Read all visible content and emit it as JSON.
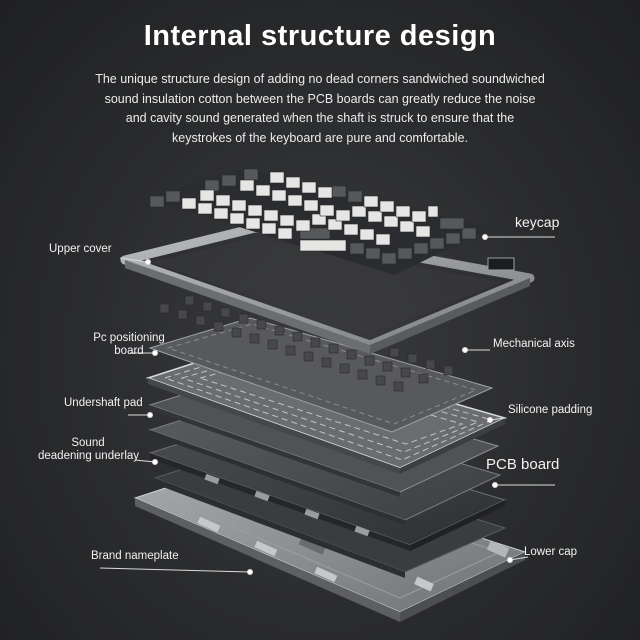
{
  "title": "Internal structure design",
  "description": [
    "The unique structure design of adding no dead corners sandwiched soundwiched",
    "sound insulation cotton between the PCB boards can greatly reduce the noise",
    "and cavity sound generated when the shaft is struck to ensure that the",
    "keystrokes of the keyboard are pure and comfortable."
  ],
  "labels": {
    "keycap": "keycap",
    "upper_cover": "Upper cover",
    "pc_positioning_board_1": "Pc positioning",
    "pc_positioning_board_2": "board",
    "mechanical_axis": "Mechanical axis",
    "undershaft_pad": "Undershaft pad",
    "silicone_padding": "Silicone padding",
    "sound_deadening_1": "Sound",
    "sound_deadening_2": "deadening underlay",
    "pcb_board": "PCB board",
    "brand_nameplate": "Brand nameplate",
    "lower_cap": "Lower cap"
  },
  "colors": {
    "background": "#2a2b2d",
    "text": "#ffffff",
    "keycap_white": "#e8e8e6",
    "keycap_dark": "#56585b",
    "layer_gray": "#8a8c8f",
    "leader_line": "#dcdcdc"
  }
}
